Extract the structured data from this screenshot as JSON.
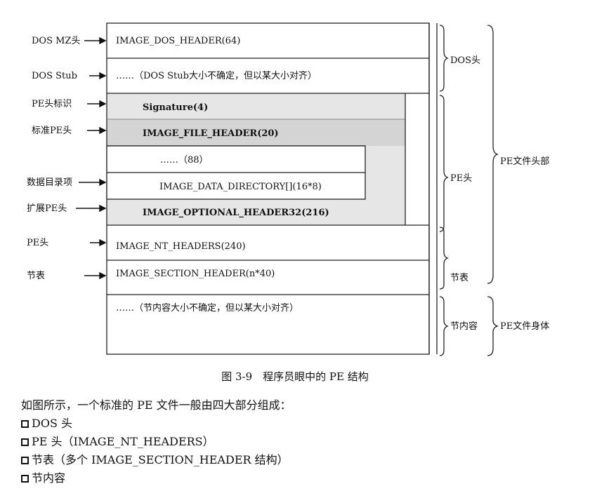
{
  "diagram": {
    "left_labels": {
      "dos_mz": "DOS MZ头",
      "dos_stub": "DOS Stub",
      "pe_sig": "PE头标识",
      "file_header": "标准PE头",
      "data_dir": "数据目录项",
      "opt_header": "扩展PE头",
      "pe_head": "PE头",
      "section_table": "节表"
    },
    "boxes": {
      "dos_header": "IMAGE_DOS_HEADER(64)",
      "dos_stub": "……（DOS Stub大小不确定，但以某大小对齐）",
      "signature": "Signature(4)",
      "file_header": "IMAGE_FILE_HEADER(20)",
      "opt_rest": "……（88）",
      "data_directory": "IMAGE_DATA_DIRECTORY[](16*8)",
      "optional_header": "IMAGE_OPTIONAL_HEADER32(216)",
      "nt_headers": "IMAGE_NT_HEADERS(240)",
      "section_header": "IMAGE_SECTION_HEADER(n*40)",
      "section_content": "……（节内容大小不确定，但以某大小对齐）"
    },
    "right_labels": {
      "dos": "DOS头",
      "pe": "PE头",
      "section_table": "节表",
      "section_content": "节内容"
    },
    "outer_labels": {
      "pe_file_header": "PE文件头部",
      "pe_file_body": "PE文件身体"
    }
  },
  "caption": "图 3-9　程序员眼中的 PE 结构",
  "text": {
    "intro": "如图所示，一个标准的 PE 文件一般由四大部分组成：",
    "items": [
      "DOS 头",
      "PE 头（IMAGE_NT_HEADERS）",
      "节表（多个 IMAGE_SECTION_HEADER 结构）",
      "节内容"
    ]
  }
}
